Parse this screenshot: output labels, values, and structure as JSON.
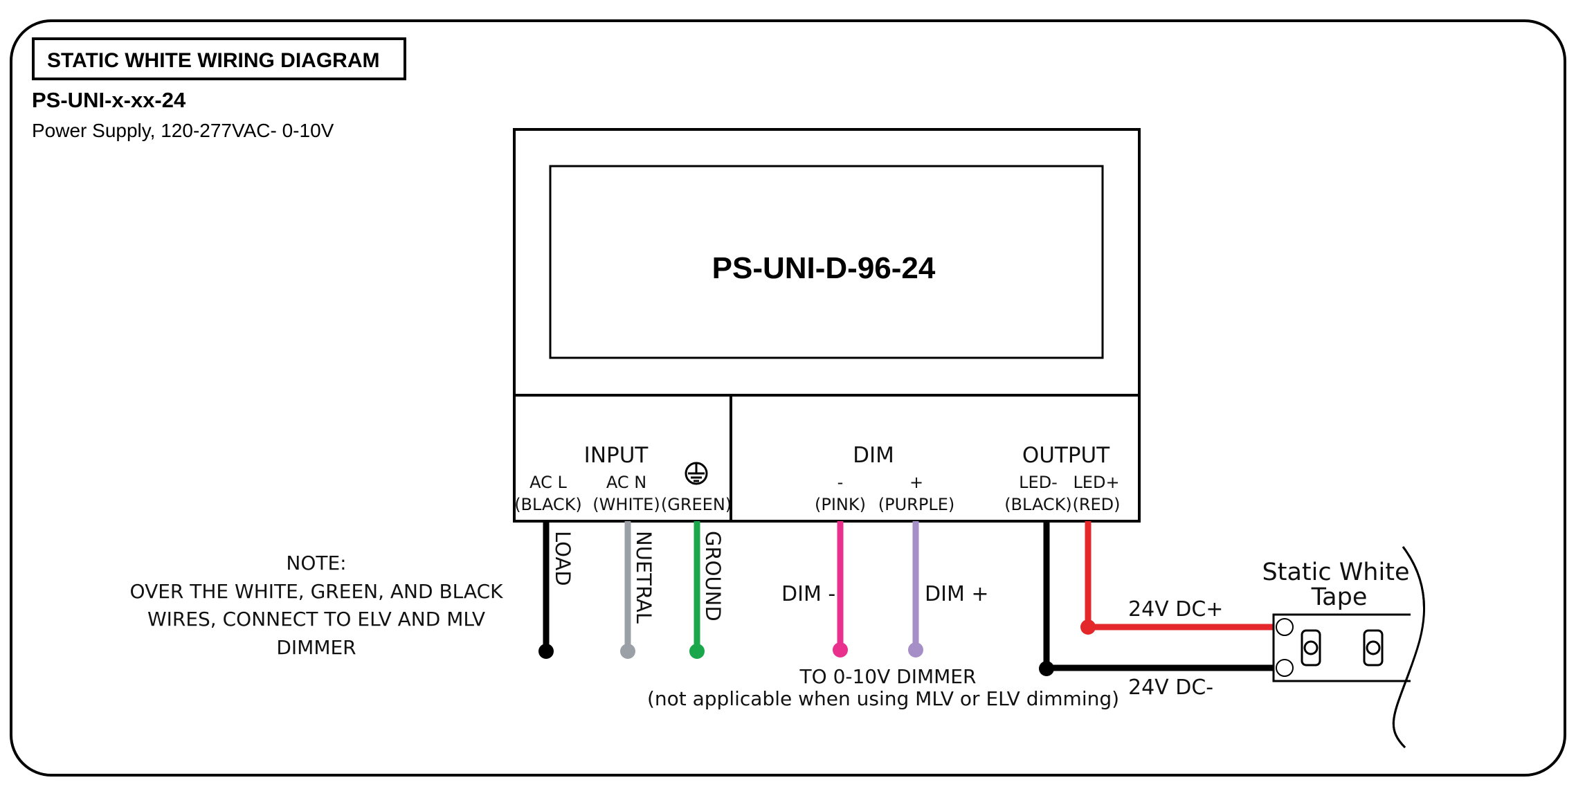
{
  "title_box": "STATIC WHITE WIRING DIAGRAM",
  "part_number": "PS-UNI-x-xx-24",
  "part_description": "Power Supply, 120-277VAC- 0-10V",
  "device": {
    "model": "PS-UNI-D-96-24",
    "input_header": "INPUT",
    "dim_header": "DIM",
    "output_header": "OUTPUT",
    "terminals": {
      "acl_line1": "AC L",
      "acl_line2": "(BLACK)",
      "acn_line1": "AC N",
      "acn_line2": "(WHITE)",
      "ground_line2": "(GREEN)",
      "dim_minus_line1": "-",
      "dim_minus_line2": "(PINK)",
      "dim_plus_line1": "+",
      "dim_plus_line2": "(PURPLE)",
      "led_minus_line1": "LED-",
      "led_minus_line2": "(BLACK)",
      "led_plus_line1": "LED+",
      "led_plus_line2": "(RED)"
    }
  },
  "wires": {
    "load": "LOAD",
    "neutral": "NUETRAL",
    "ground": "GROUND",
    "dim_minus": "DIM -",
    "dim_plus": "DIM +",
    "dc_plus": "24V DC+",
    "dc_minus": "24V DC-"
  },
  "note": {
    "line1": "NOTE:",
    "line2": "OVER THE WHITE, GREEN, AND BLACK",
    "line3": "WIRES, CONNECT TO ELV AND MLV",
    "line4": "DIMMER"
  },
  "dimmer_note": {
    "line1": "TO 0-10V DIMMER",
    "line2": "(not applicable when using MLV or ELV dimming)"
  },
  "tape": {
    "line1": "Static White",
    "line2": "Tape"
  },
  "colors": {
    "black_wire": "#000000",
    "neutral_wire": "#9aa0a6",
    "ground_wire": "#1aa64a",
    "pink_wire": "#e8308c",
    "purple_wire": "#a58fc6",
    "red_wire": "#e4272a",
    "dc_plus_text": "#e4272a"
  }
}
